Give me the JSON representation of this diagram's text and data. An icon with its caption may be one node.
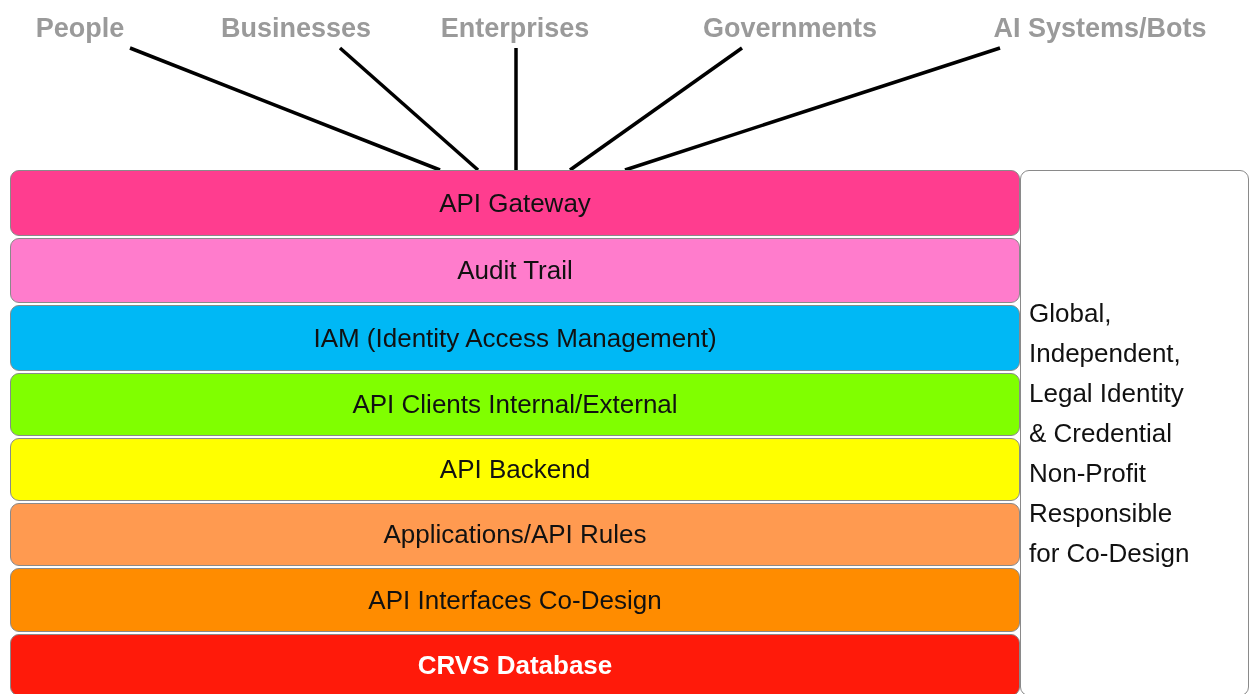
{
  "diagram": {
    "nodes": [
      {
        "text": [
          "People"
        ]
      },
      {
        "text": [
          "Businesses"
        ]
      },
      {
        "text": [
          "Enterprises"
        ]
      },
      {
        "text": [
          "Governments"
        ]
      },
      {
        "text": [
          "AI Systems/Bots"
        ]
      },
      {
        "text": [
          "API Gateway"
        ]
      },
      {
        "text": [
          "Audit Trail"
        ]
      },
      {
        "text": [
          "IAM (Identity Access Management)"
        ]
      },
      {
        "text": [
          "API Clients Internal/External"
        ]
      },
      {
        "text": [
          "API Backend"
        ]
      },
      {
        "text": [
          "Applications/API Rules"
        ]
      },
      {
        "text": [
          "API Interfaces Co-Design"
        ]
      },
      {
        "text": [
          "CRVS Database"
        ]
      },
      {
        "text": [
          "Global, Independent, Legal Identity & Credential Non-Profit Responsible for Co-Design"
        ]
      }
    ],
    "edges": [
      {
        "from": 0,
        "to": 5,
        "arrow": "none"
      },
      {
        "from": 1,
        "to": 5,
        "arrow": "none"
      },
      {
        "from": 2,
        "to": 5,
        "arrow": "none"
      },
      {
        "from": 3,
        "to": 5,
        "arrow": "none"
      },
      {
        "from": 4,
        "to": 5,
        "arrow": "none"
      }
    ]
  }
}
